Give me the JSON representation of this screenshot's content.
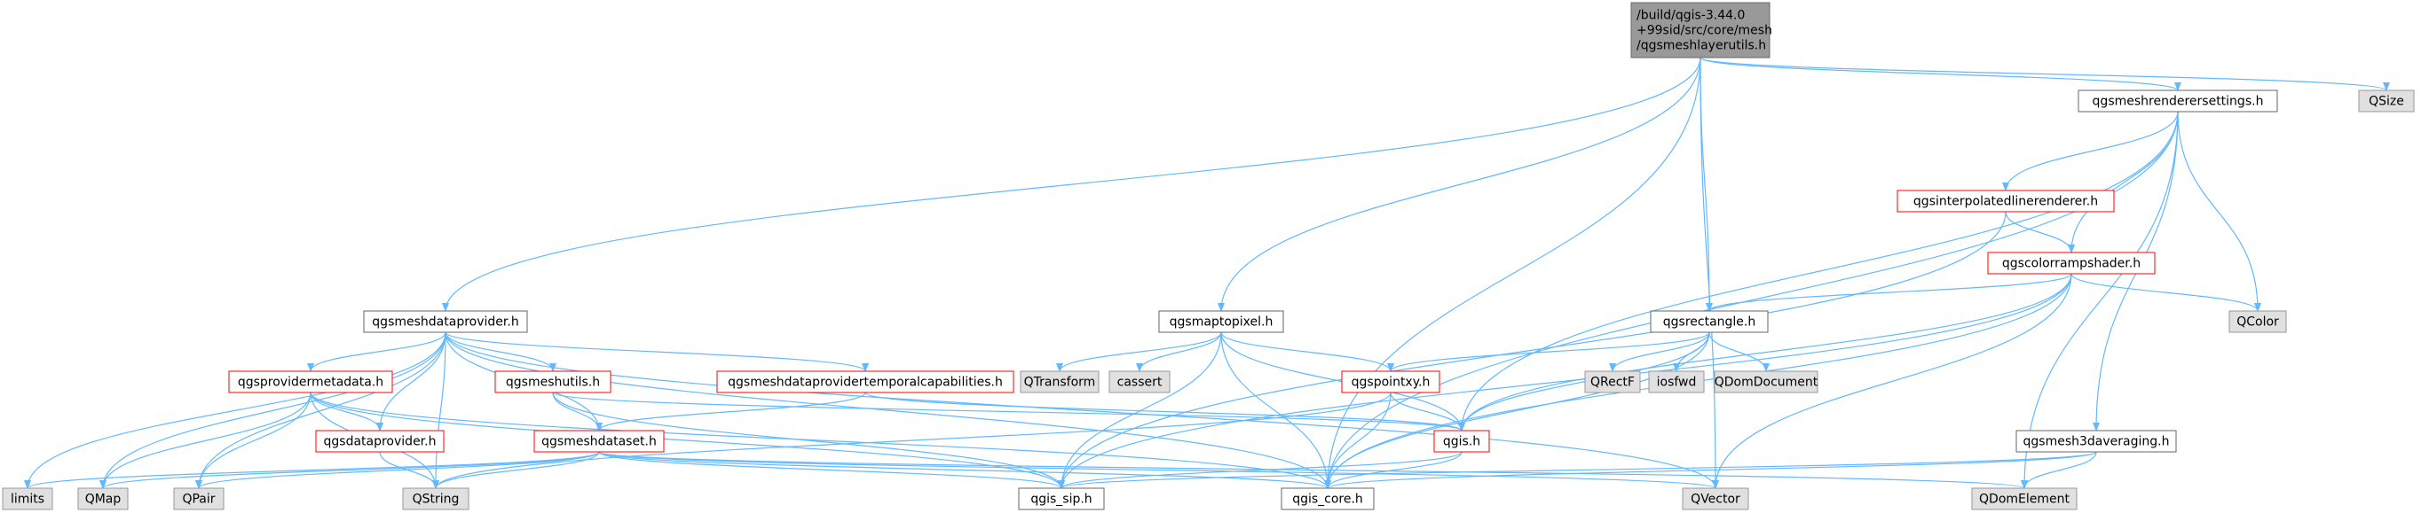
{
  "colors": {
    "edge": "#63b8ff",
    "box_border_normal": "#666666",
    "box_border_red": "#ff0000",
    "box_fill_root": "#999999",
    "box_fill_external": "#e0e0e0",
    "box_fill_normal": "#ffffff",
    "text": "#000000"
  },
  "nodes": [
    {
      "id": "root",
      "lines": [
        "/build/qgis-3.44.0",
        "+99sid/src/core/mesh",
        "/qgsmeshlayerutils.h"
      ],
      "kind": "root"
    },
    {
      "id": "qsize",
      "lines": [
        "QSize"
      ],
      "kind": "external"
    },
    {
      "id": "rendersettings",
      "lines": [
        "qgsmeshrenderersettings.h"
      ],
      "kind": "normal"
    },
    {
      "id": "interp",
      "lines": [
        "qgsinterpolatedlinerenderer.h"
      ],
      "kind": "red"
    },
    {
      "id": "colorramp",
      "lines": [
        "qgscolorrampshader.h"
      ],
      "kind": "red"
    },
    {
      "id": "qcolor",
      "lines": [
        "QColor"
      ],
      "kind": "external"
    },
    {
      "id": "rectangle",
      "lines": [
        "qgsrectangle.h"
      ],
      "kind": "normal"
    },
    {
      "id": "maptopixel",
      "lines": [
        "qgsmaptopixel.h"
      ],
      "kind": "normal"
    },
    {
      "id": "dataprovider_mesh",
      "lines": [
        "qgsmeshdataprovider.h"
      ],
      "kind": "normal"
    },
    {
      "id": "qtransform",
      "lines": [
        "QTransform"
      ],
      "kind": "external"
    },
    {
      "id": "cassert",
      "lines": [
        "cassert"
      ],
      "kind": "external"
    },
    {
      "id": "qrectf",
      "lines": [
        "QRectF"
      ],
      "kind": "external"
    },
    {
      "id": "iosfwd",
      "lines": [
        "iosfwd"
      ],
      "kind": "external"
    },
    {
      "id": "qdomdocument",
      "lines": [
        "QDomDocument"
      ],
      "kind": "external"
    },
    {
      "id": "providermeta",
      "lines": [
        "qgsprovidermetadata.h"
      ],
      "kind": "red"
    },
    {
      "id": "meshutils",
      "lines": [
        "qgsmeshutils.h"
      ],
      "kind": "red"
    },
    {
      "id": "temporalcaps",
      "lines": [
        "qgsmeshdataprovidertemporalcapabilities.h"
      ],
      "kind": "red"
    },
    {
      "id": "pointxy",
      "lines": [
        "qgspointxy.h"
      ],
      "kind": "red"
    },
    {
      "id": "averaging",
      "lines": [
        "qgsmesh3daveraging.h"
      ],
      "kind": "normal"
    },
    {
      "id": "dataprovider",
      "lines": [
        "qgsdataprovider.h"
      ],
      "kind": "red"
    },
    {
      "id": "meshdataset",
      "lines": [
        "qgsmeshdataset.h"
      ],
      "kind": "red"
    },
    {
      "id": "qgis",
      "lines": [
        "qgis.h"
      ],
      "kind": "red"
    },
    {
      "id": "limits",
      "lines": [
        "limits"
      ],
      "kind": "external"
    },
    {
      "id": "qmap",
      "lines": [
        "QMap"
      ],
      "kind": "external"
    },
    {
      "id": "qpair",
      "lines": [
        "QPair"
      ],
      "kind": "external"
    },
    {
      "id": "qstring",
      "lines": [
        "QString"
      ],
      "kind": "external"
    },
    {
      "id": "qgis_sip",
      "lines": [
        "qgis_sip.h"
      ],
      "kind": "normal"
    },
    {
      "id": "qgis_core",
      "lines": [
        "qgis_core.h"
      ],
      "kind": "normal"
    },
    {
      "id": "qvector",
      "lines": [
        "QVector"
      ],
      "kind": "external"
    },
    {
      "id": "qdomelement",
      "lines": [
        "QDomElement"
      ],
      "kind": "external"
    }
  ],
  "edges": [
    [
      "root",
      "qsize"
    ],
    [
      "root",
      "rendersettings"
    ],
    [
      "root",
      "rectangle"
    ],
    [
      "root",
      "maptopixel"
    ],
    [
      "root",
      "dataprovider_mesh"
    ],
    [
      "root",
      "qgis_core"
    ],
    [
      "root",
      "qvector"
    ],
    [
      "rendersettings",
      "interp"
    ],
    [
      "rendersettings",
      "colorramp"
    ],
    [
      "rendersettings",
      "qcolor"
    ],
    [
      "rendersettings",
      "qgis"
    ],
    [
      "rendersettings",
      "averaging"
    ],
    [
      "rendersettings",
      "qgis_core"
    ],
    [
      "rendersettings",
      "qdomelement"
    ],
    [
      "interp",
      "colorramp"
    ],
    [
      "interp",
      "qgis_sip"
    ],
    [
      "colorramp",
      "rectangle"
    ],
    [
      "colorramp",
      "qcolor"
    ],
    [
      "colorramp",
      "qgis"
    ],
    [
      "colorramp",
      "qgis_core"
    ],
    [
      "colorramp",
      "qgis_sip"
    ],
    [
      "colorramp",
      "qvector"
    ],
    [
      "rectangle",
      "qrectf"
    ],
    [
      "rectangle",
      "iosfwd"
    ],
    [
      "rectangle",
      "qdomdocument"
    ],
    [
      "rectangle",
      "pointxy"
    ],
    [
      "rectangle",
      "qgis"
    ],
    [
      "rectangle",
      "qgis_core"
    ],
    [
      "maptopixel",
      "qtransform"
    ],
    [
      "maptopixel",
      "cassert"
    ],
    [
      "maptopixel",
      "pointxy"
    ],
    [
      "maptopixel",
      "qgis"
    ],
    [
      "maptopixel",
      "qgis_core"
    ],
    [
      "maptopixel",
      "qgis_sip"
    ],
    [
      "pointxy",
      "qgis"
    ],
    [
      "pointxy",
      "qgis_core"
    ],
    [
      "pointxy",
      "qstring"
    ],
    [
      "qgis",
      "qgis_core"
    ],
    [
      "qgis",
      "qgis_sip"
    ],
    [
      "averaging",
      "qgis_core"
    ],
    [
      "averaging",
      "qgis_sip"
    ],
    [
      "averaging",
      "qdomelement"
    ],
    [
      "dataprovider_mesh",
      "providermeta"
    ],
    [
      "dataprovider_mesh",
      "meshutils"
    ],
    [
      "dataprovider_mesh",
      "temporalcaps"
    ],
    [
      "dataprovider_mesh",
      "dataprovider"
    ],
    [
      "dataprovider_mesh",
      "meshdataset"
    ],
    [
      "dataprovider_mesh",
      "limits"
    ],
    [
      "dataprovider_mesh",
      "qmap"
    ],
    [
      "dataprovider_mesh",
      "qpair"
    ],
    [
      "dataprovider_mesh",
      "qstring"
    ],
    [
      "dataprovider_mesh",
      "qgis_core"
    ],
    [
      "dataprovider_mesh",
      "qvector"
    ],
    [
      "providermeta",
      "dataprovider"
    ],
    [
      "providermeta",
      "qmap"
    ],
    [
      "providermeta",
      "qpair"
    ],
    [
      "providermeta",
      "qstring"
    ],
    [
      "providermeta",
      "qgis_sip"
    ],
    [
      "providermeta",
      "qgis_core"
    ],
    [
      "meshutils",
      "meshdataset"
    ],
    [
      "meshutils",
      "qgis"
    ],
    [
      "meshutils",
      "qgis_sip"
    ],
    [
      "temporalcaps",
      "meshdataset"
    ],
    [
      "temporalcaps",
      "qgis"
    ],
    [
      "dataprovider",
      "qstring"
    ],
    [
      "meshdataset",
      "limits"
    ],
    [
      "meshdataset",
      "qmap"
    ],
    [
      "meshdataset",
      "qpair"
    ],
    [
      "meshdataset",
      "qstring"
    ],
    [
      "meshdataset",
      "qgis_sip"
    ],
    [
      "meshdataset",
      "qgis_core"
    ],
    [
      "meshdataset",
      "qvector"
    ],
    [
      "meshdataset",
      "qdomelement"
    ]
  ]
}
